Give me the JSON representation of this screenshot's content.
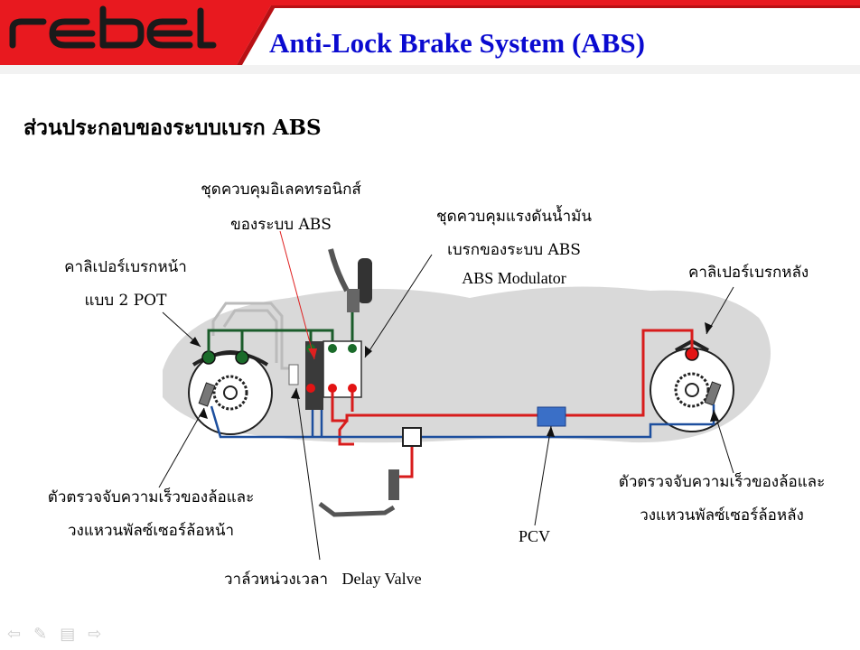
{
  "header": {
    "logo_text": "rebel",
    "title": "Anti-Lock Brake System (ABS)",
    "colors": {
      "banner_red": "#e8191f",
      "title_blue": "#0a0ad0"
    }
  },
  "section_heading": "ส่วนประกอบของระบบเบรก ABS",
  "labels": {
    "ecu_line1": "ชุดควบคุมอิเลคทรอนิกส์",
    "ecu_line2": "ของระบบ ABS",
    "modulator_line1": "ชุดควบคุมแรงดันน้ำมัน",
    "modulator_line2": "เบรกของระบบ ABS",
    "modulator_en": "ABS Modulator",
    "front_caliper_line1": "คาลิเปอร์เบรกหน้า",
    "front_caliper_line2": "แบบ 2 POT",
    "rear_caliper": "คาลิเปอร์เบรกหลัง",
    "front_sensor_line1": "ตัวตรวจจับความเร็วของล้อและ",
    "front_sensor_line2": "วงแหวนพัลซ์เซอร์ล้อหน้า",
    "rear_sensor_line1": "ตัวตรวจจับความเร็วของล้อและ",
    "rear_sensor_line2": "วงแหวนพัลซ์เซอร์ล้อหลัง",
    "pcv": "PCV",
    "delay_valve_th": "วาล์วหน่วงเวลา",
    "delay_valve_en": "Delay Valve"
  },
  "nav_icons": [
    "arrow-left-icon",
    "pen-icon",
    "menu-icon",
    "arrow-right-icon"
  ]
}
